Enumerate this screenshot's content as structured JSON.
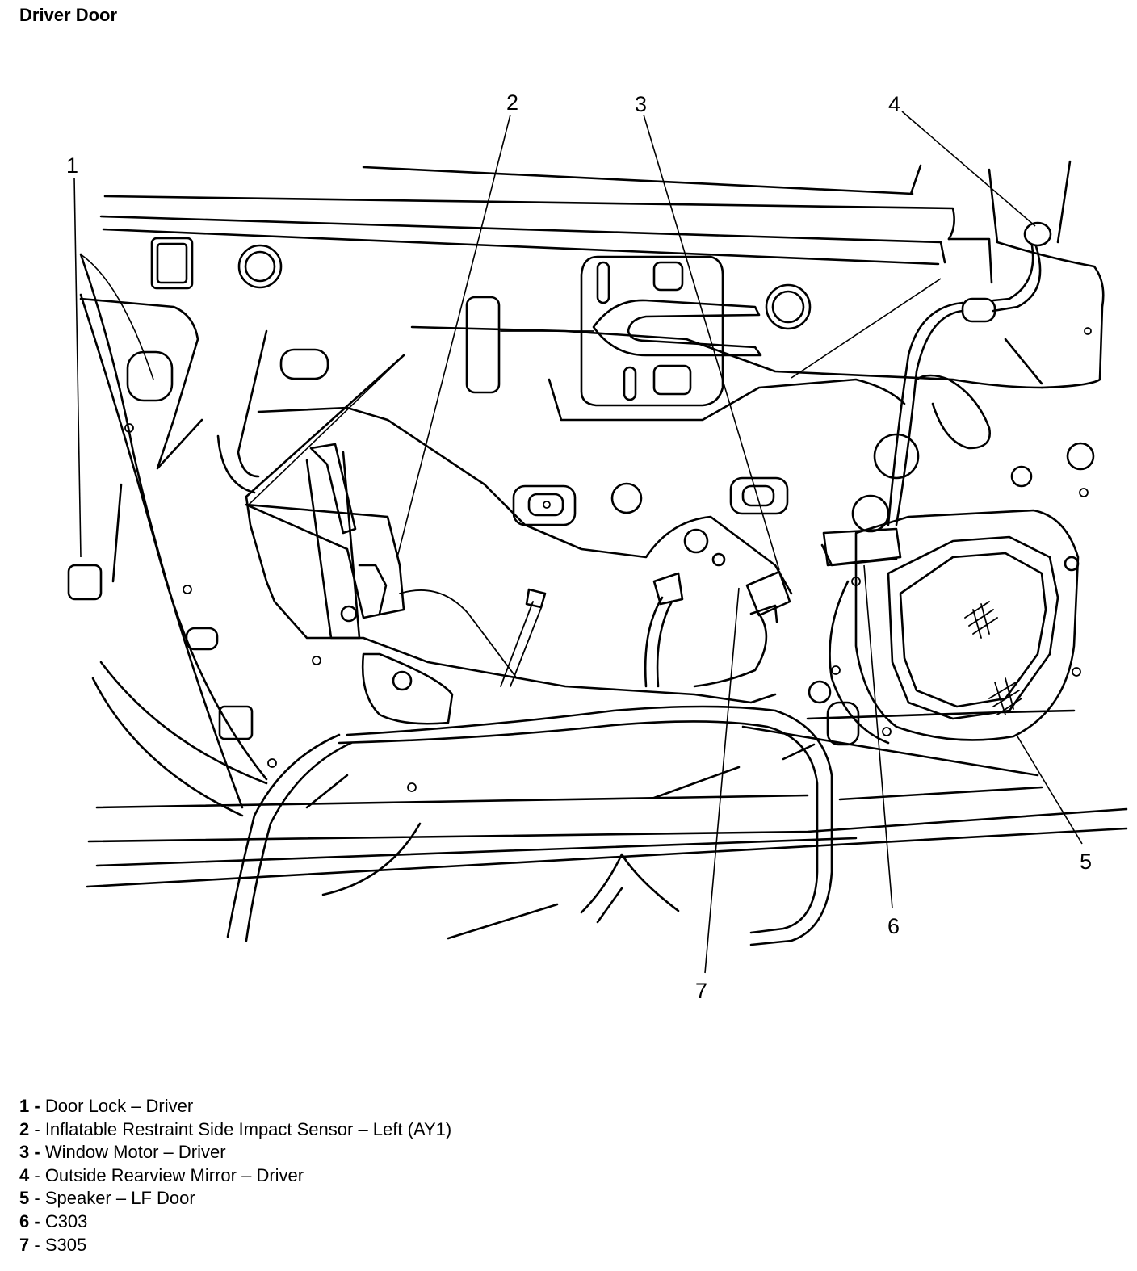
{
  "title": "Driver Door",
  "callouts": [
    {
      "num": "1",
      "bold": "1 -",
      "label": "Door Lock – Driver"
    },
    {
      "num": "2",
      "bold": "2",
      "label": "- Inflatable Restraint Side Impact Sensor – Left (AY1)"
    },
    {
      "num": "3",
      "bold": "3 -",
      "label": "Window Motor – Driver"
    },
    {
      "num": "4",
      "bold": "4",
      "label": "- Outside Rearview Mirror – Driver"
    },
    {
      "num": "5",
      "bold": "5",
      "label": "- Speaker – LF Door"
    },
    {
      "num": "6",
      "bold": "6 -",
      "label": "C303"
    },
    {
      "num": "7",
      "bold": "7",
      "label": "- S305"
    }
  ]
}
